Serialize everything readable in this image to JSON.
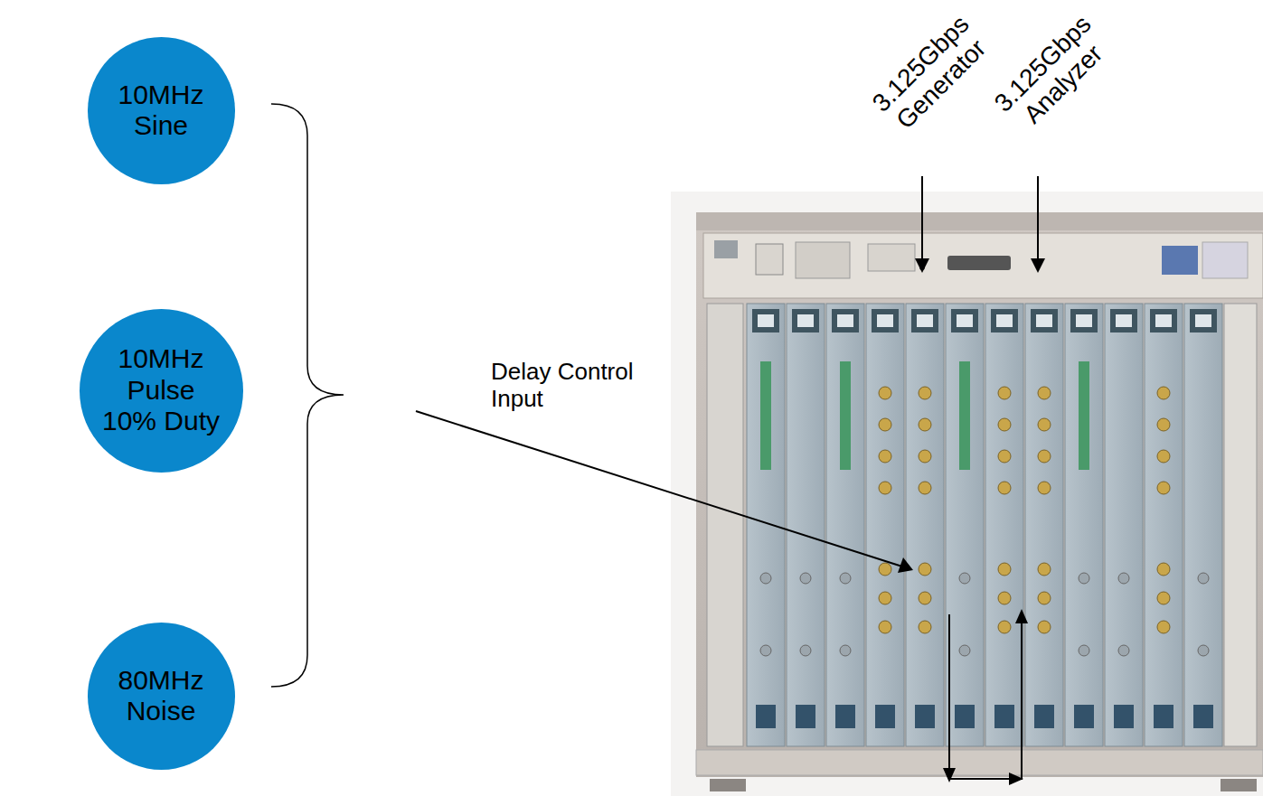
{
  "diagram": {
    "nodes": [
      {
        "text": [
          "10MHz Sine"
        ]
      },
      {
        "text": [
          "10MHz Pulse 10% Duty"
        ]
      },
      {
        "text": [
          "80MHz Noise"
        ]
      }
    ],
    "labels": [
      "Delay Control Input",
      "3.125Gbps Generator",
      "3.125Gbps Analyzer"
    ]
  }
}
